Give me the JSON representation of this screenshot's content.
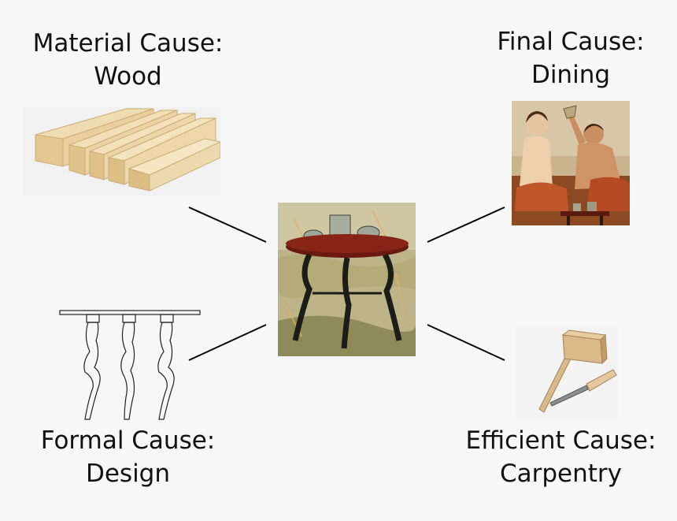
{
  "causes": {
    "material": {
      "heading": "Material Cause:",
      "value": "Wood"
    },
    "final": {
      "heading": "Final Cause:",
      "value": "Dining"
    },
    "formal": {
      "heading": "Formal Cause:",
      "value": "Design"
    },
    "efficient": {
      "heading": "Efficient Cause:",
      "value": "Carpentry"
    }
  },
  "colors": {
    "background": "#f7f7f7",
    "text": "#111111",
    "connector": "#000000",
    "wood": "#e8d2a4",
    "table_red": "#6b1a12"
  },
  "icons": {
    "wood": "wood-planks-image",
    "dining": "fresco-dining-image",
    "center": "fresco-table-image",
    "design": "table-outline-drawing",
    "tools": "mallet-chisel-image"
  }
}
